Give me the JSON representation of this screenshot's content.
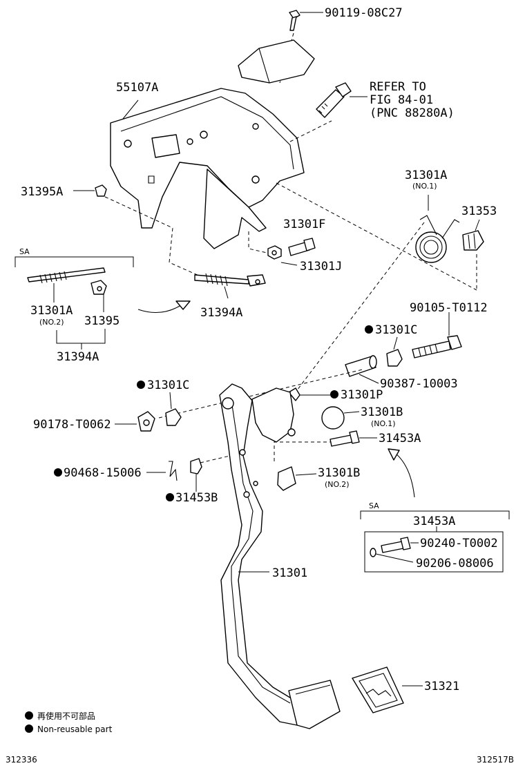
{
  "labels": {
    "p90119": "90119-08C27",
    "refer1": "REFER TO",
    "refer2": "FIG 84-01",
    "refer3": "(PNC 88280A)",
    "p55107A": "55107A",
    "p31395A": "31395A",
    "p31301A_top": "31301A",
    "p31301A_top_sub": "(NO.1)",
    "p31353": "31353",
    "p31301F": "31301F",
    "p31301J": "31301J",
    "sa1": "SA",
    "p31301A_sa": "31301A",
    "p31301A_sa_sub": "(NO.2)",
    "p31395": "31395",
    "p31394A_sa": "31394A",
    "p31394A": "31394A",
    "p90105": "90105-T0112",
    "p31301C_right": "31301C",
    "p90387": "90387-10003",
    "p31301C_left": "31301C",
    "p31301P": "31301P",
    "p90178": "90178-T0062",
    "p31301B1": "31301B",
    "p31301B1_sub": "(NO.1)",
    "p31453A": "31453A",
    "p90468": "90468-15006",
    "p31301B2": "31301B",
    "p31301B2_sub": "(NO.2)",
    "p31453B": "31453B",
    "sa2": "SA",
    "p31453A_sa": "31453A",
    "p90240": "90240-T0002",
    "p90206": "90206-08006",
    "p31301": "31301",
    "p31321": "31321"
  },
  "legend": {
    "jp": "再使用不可部品",
    "en": "Non-reusable part"
  },
  "codes": {
    "left": "312336",
    "right": "312517B"
  }
}
